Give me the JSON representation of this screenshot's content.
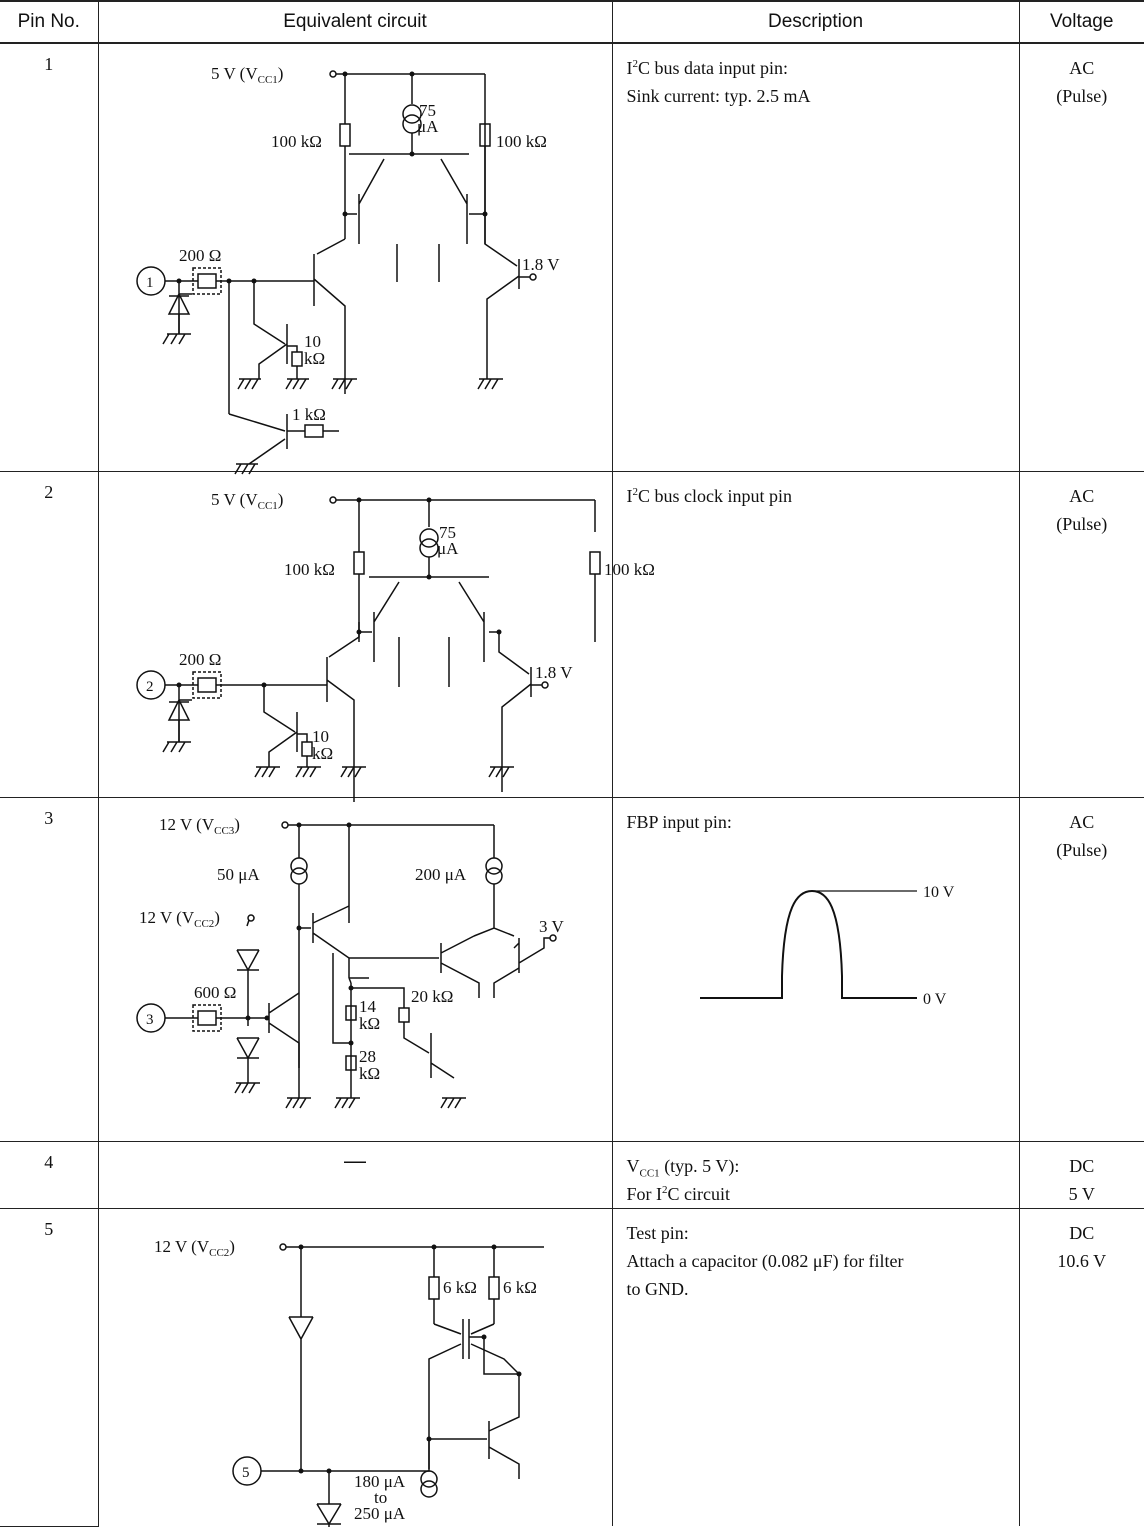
{
  "header": {
    "pin_no": "Pin No.",
    "circuit": "Equivalent circuit",
    "description": "Description",
    "voltage": "Voltage"
  },
  "rows": [
    {
      "pin": "1",
      "description": {
        "sup_prefix": "I",
        "sup": "2",
        "line1_rest": "C bus data input pin:",
        "line2": "Sink current: typ. 2.5 mA"
      },
      "voltage": {
        "line1": "AC",
        "line2": "(Pulse)"
      },
      "circuit": {
        "supply": "5 V (V",
        "supply_sub": "CC1",
        "supply_close": ")",
        "r_left": "100 kΩ",
        "r_right": "100 kΩ",
        "i_src": "75",
        "i_unit": "μA",
        "r_in": "200 Ω",
        "r_pull": "10",
        "r_pull_unit": "kΩ",
        "r_base": "1 kΩ",
        "v_out": "1.8 V",
        "pin_label": "1"
      }
    },
    {
      "pin": "2",
      "description": {
        "sup_prefix": "I",
        "sup": "2",
        "line1_rest": "C bus clock input pin"
      },
      "voltage": {
        "line1": "AC",
        "line2": "(Pulse)"
      },
      "circuit": {
        "supply": "5 V (V",
        "supply_sub": "CC1",
        "supply_close": ")",
        "r_left": "100 kΩ",
        "r_right": "100 kΩ",
        "i_src": "75",
        "i_unit": "μA",
        "r_in": "200 Ω",
        "r_pull": "10",
        "r_pull_unit": "kΩ",
        "v_out": "1.8 V",
        "pin_label": "2"
      }
    },
    {
      "pin": "3",
      "description": {
        "line1": "FBP input pin:",
        "wave_high": "10 V",
        "wave_low": "0 V"
      },
      "voltage": {
        "line1": "AC",
        "line2": "(Pulse)"
      },
      "circuit": {
        "supply": "12 V (V",
        "supply_sub": "CC3",
        "supply_close": ")",
        "supply2": "12 V (V",
        "supply2_sub": "CC2",
        "supply2_close": ")",
        "i1": "50 μA",
        "i2": "200 μA",
        "r_in": "600 Ω",
        "r1": "14",
        "r1_unit": "kΩ",
        "r2": "28",
        "r2_unit": "kΩ",
        "r3": "20 kΩ",
        "v_out": "3 V",
        "pin_label": "3"
      }
    },
    {
      "pin": "4",
      "circuit_text": "—",
      "description": {
        "v_prefix": "V",
        "v_sub": "CC1",
        "v_rest": " (typ. 5 V):",
        "line2_prefix": "For I",
        "line2_sup": "2",
        "line2_rest": "C circuit"
      },
      "voltage": {
        "line1": "DC",
        "line2": "5 V"
      }
    },
    {
      "pin": "5",
      "description": {
        "line1": "Test pin:",
        "line2": "Attach a capacitor (0.082 μF) for filter",
        "line3": "to GND."
      },
      "voltage": {
        "line1": "DC",
        "line2": "10.6 V"
      },
      "circuit": {
        "supply": "12 V (V",
        "supply_sub": "CC2",
        "supply_close": ")",
        "r1": "6 kΩ",
        "r2": "6 kΩ",
        "i_a": "180 μA",
        "i_to": "to",
        "i_b": "250 μA",
        "pin_label": "5"
      }
    }
  ]
}
